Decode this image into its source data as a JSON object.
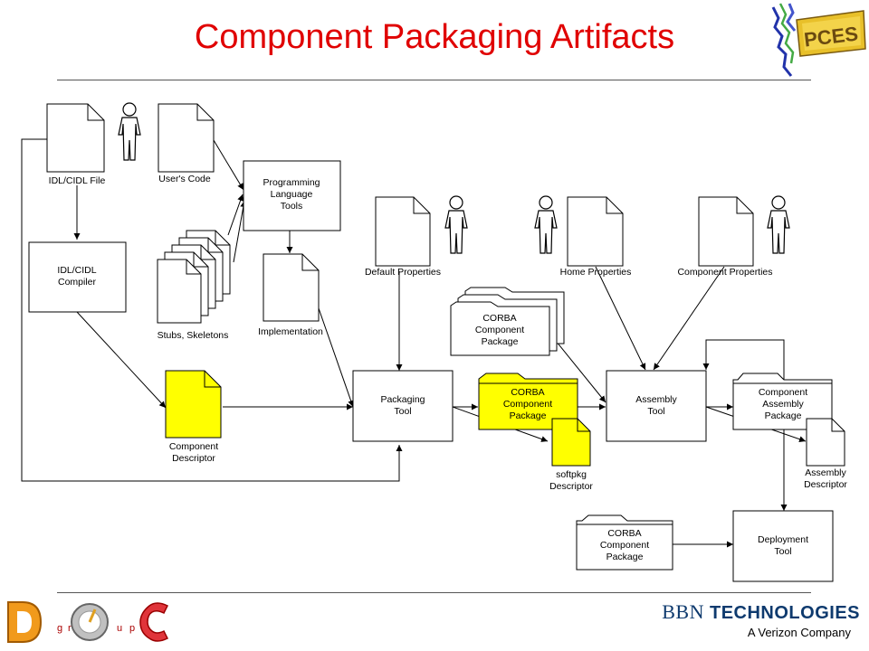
{
  "title": "Component Packaging Artifacts",
  "colors": {
    "title": "#e00000",
    "highlight": "#ffff00",
    "box_fill": "#ffffff",
    "stroke": "#000000"
  },
  "nodes": {
    "idl_file": "IDL/CIDL File",
    "users_code": "User's Code",
    "prog_lang_tools": [
      "Programming",
      "Language",
      "Tools"
    ],
    "idl_compiler": [
      "IDL/CIDL",
      "Compiler"
    ],
    "stubs_skeletons": "Stubs, Skeletons",
    "implementation": "Implementation",
    "component_descriptor": [
      "Component",
      "Descriptor"
    ],
    "packaging_tool": [
      "Packaging",
      "Tool"
    ],
    "default_properties": "Default Properties",
    "home_properties": "Home Properties",
    "component_properties": "Component Properties",
    "corba_package_stack": [
      "CORBA",
      "Component",
      "Package"
    ],
    "corba_package_yellow": [
      "CORBA",
      "Component",
      "Package"
    ],
    "softpkg_descriptor": [
      "softpkg",
      "Descriptor"
    ],
    "assembly_tool": [
      "Assembly",
      "Tool"
    ],
    "component_assembly_package": [
      "Component",
      "Assembly",
      "Package"
    ],
    "assembly_descriptor": [
      "Assembly",
      "Descriptor"
    ],
    "corba_package_bottom": [
      "CORBA",
      "Component",
      "Package"
    ],
    "deployment_tool": [
      "Deployment",
      "Tool"
    ]
  },
  "logos": {
    "pces": "PCES",
    "doc_letters": [
      "g",
      "r",
      "u",
      "p"
    ],
    "bbn_prefix": "BBN",
    "bbn_name": "TECHNOLOGIES",
    "bbn_sub": "A Verizon Company"
  }
}
